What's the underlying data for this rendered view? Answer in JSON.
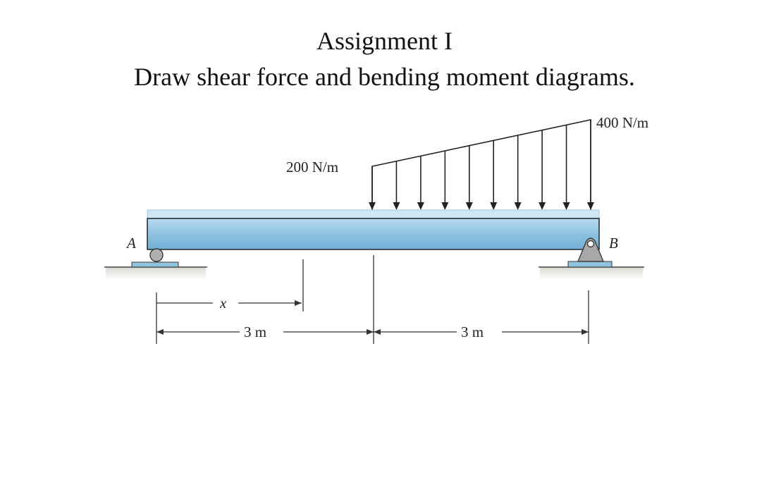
{
  "header": {
    "title": "Assignment I",
    "instruction": "Draw shear force and bending moment diagrams."
  },
  "diagram": {
    "load_start_label": "200 N/m",
    "load_end_label": "400 N/m",
    "support_left_label": "A",
    "support_right_label": "B",
    "position_variable": "x",
    "span_left_label": "3 m",
    "span_right_label": "3 m",
    "load_start_intensity": 200,
    "load_end_intensity": 400,
    "load_arrow_count": 10,
    "colors": {
      "beam_top": "#cfe6f3",
      "beam_body": "#8fc3e0",
      "beam_edge": "#2a2f35",
      "ground": "#cfcfc9",
      "support": "#9a9a9a"
    }
  }
}
